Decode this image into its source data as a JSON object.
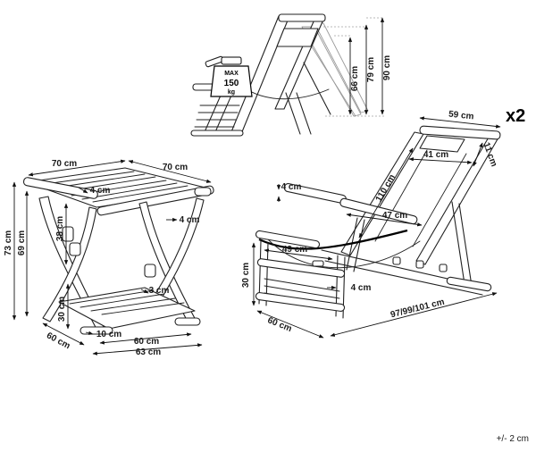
{
  "quantity": "x2",
  "tolerance": "+/- 2 cm",
  "badge": {
    "line1": "MAX",
    "line2": "150",
    "line3": "kg"
  },
  "table": {
    "width_1": "70 cm",
    "width_2": "70 cm",
    "rim_height": "4 cm",
    "leg_height": "38 cm",
    "leg_width": "4 cm",
    "total_height": "73 cm",
    "inner_height": "69 cm",
    "footrest_height": "30 cm",
    "bar_thickness": "3 cm",
    "bar_offset": "10 cm",
    "depth": "60 cm",
    "base_width": "60 cm",
    "base_total": "63 cm"
  },
  "chair": {
    "top_width": "59 cm",
    "head_width": "41 cm",
    "head_height": "11 cm",
    "back_length": "110 cm",
    "seat_width": "47 cm",
    "arm_thickness": "4 cm",
    "seat_depth": "49 cm",
    "seat_height": "30 cm",
    "leg_thickness": "4 cm",
    "depth": "60 cm",
    "lengths": "97/99/101 cm"
  },
  "preview": {
    "h1": "66 cm",
    "h2": "79 cm",
    "h3": "90 cm"
  }
}
